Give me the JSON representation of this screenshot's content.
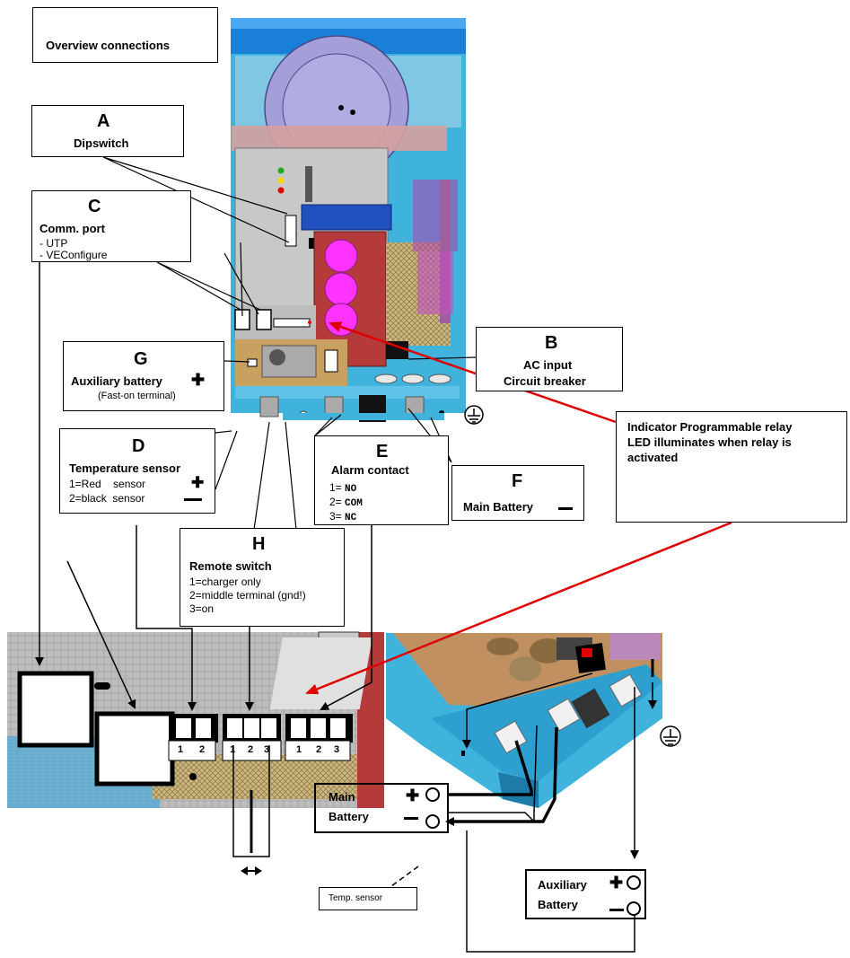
{
  "title": "Overview connections",
  "callouts": {
    "A": {
      "letter": "A",
      "name": "Dipswitch"
    },
    "B": {
      "letter": "B",
      "line1": "AC input",
      "line2": "Circuit breaker"
    },
    "C": {
      "letter": "C",
      "name": "Comm. port",
      "items": [
        "- UTP",
        "- VEConfigure"
      ]
    },
    "D": {
      "letter": "D",
      "name": "Temperature sensor",
      "line1": "1=Red    sensor",
      "line2": "2=black  sensor"
    },
    "E": {
      "letter": "E",
      "name": "Alarm contact",
      "line1": "1= ",
      "line1_code": "NO",
      "line2": "2= ",
      "line2_code": "COM",
      "line3": "3= ",
      "line3_code": "NC"
    },
    "F": {
      "letter": "F",
      "name": "Main Battery"
    },
    "G": {
      "letter": "G",
      "name": "Auxiliary battery",
      "sub": "(Fast-on terminal)"
    },
    "H": {
      "letter": "H",
      "name": "Remote switch",
      "line1": "1=charger only",
      "line2": "2=middle terminal (gnd!)",
      "line3": "3=on"
    }
  },
  "relay_note": {
    "line1": "Indicator Programmable relay",
    "line2": "LED illuminates when relay is",
    "line3": "activated"
  },
  "terminal_labels": {
    "temp": [
      "1",
      "2"
    ],
    "remote": [
      "1",
      "2",
      "3"
    ],
    "alarm": [
      "1",
      "2",
      "3"
    ]
  },
  "batteries": {
    "main": {
      "line1": "Main",
      "line2": "Battery"
    },
    "aux": {
      "line1": "Auxiliary",
      "line2": "Battery"
    }
  },
  "temp_sensor_label": "Temp. sensor",
  "icons": [
    "plus-icon",
    "minus-icon",
    "ground-icon",
    "double-arrow-icon"
  ],
  "colors": {
    "red_arrow": "#e00000",
    "device_blue": "#2ea8d8",
    "pcb_red": "#b03030",
    "led_magenta": "#ff33ff"
  }
}
